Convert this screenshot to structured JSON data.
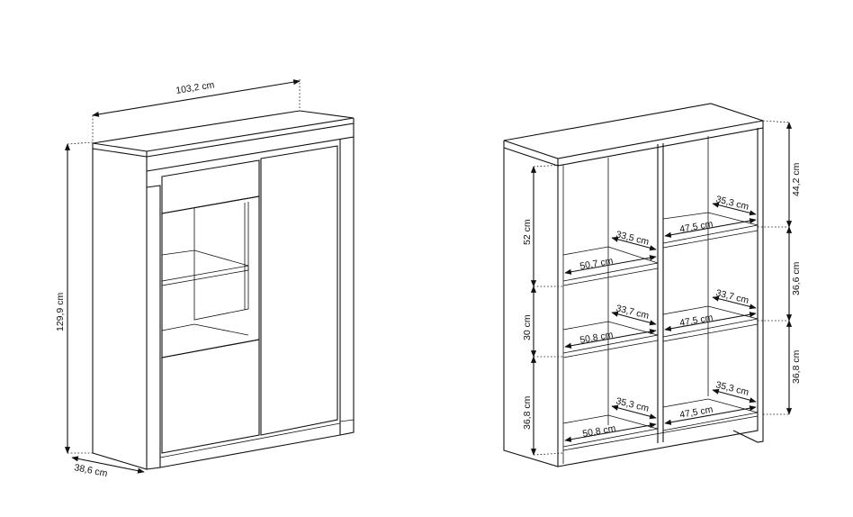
{
  "labels": {
    "overall_width": "103,2 cm",
    "overall_height": "129,9 cm",
    "overall_depth": "38,6 cm",
    "top_section_height": "44,2 cm",
    "middle_section_height": "36,6 cm",
    "bottom_section_height": "36,8 cm",
    "left_top_height": "52 cm",
    "left_middle_height": "30 cm",
    "left_bottom_height": "36,8 cm",
    "right_top_depth": "35,3 cm",
    "right_top_width": "47,5 cm",
    "left_top_depth": "33,5 cm",
    "left_top_width": "50,7 cm",
    "right_middle_depth": "33,7 cm",
    "right_middle_width": "47,5 cm",
    "left_middle_depth": "33,7 cm",
    "left_middle_width": "50,8 cm",
    "right_bottom_depth": "35,3 cm",
    "right_bottom_width": "47,5 cm",
    "left_bottom_depth": "35,3 cm",
    "left_bottom_width": "50,8 cm"
  }
}
